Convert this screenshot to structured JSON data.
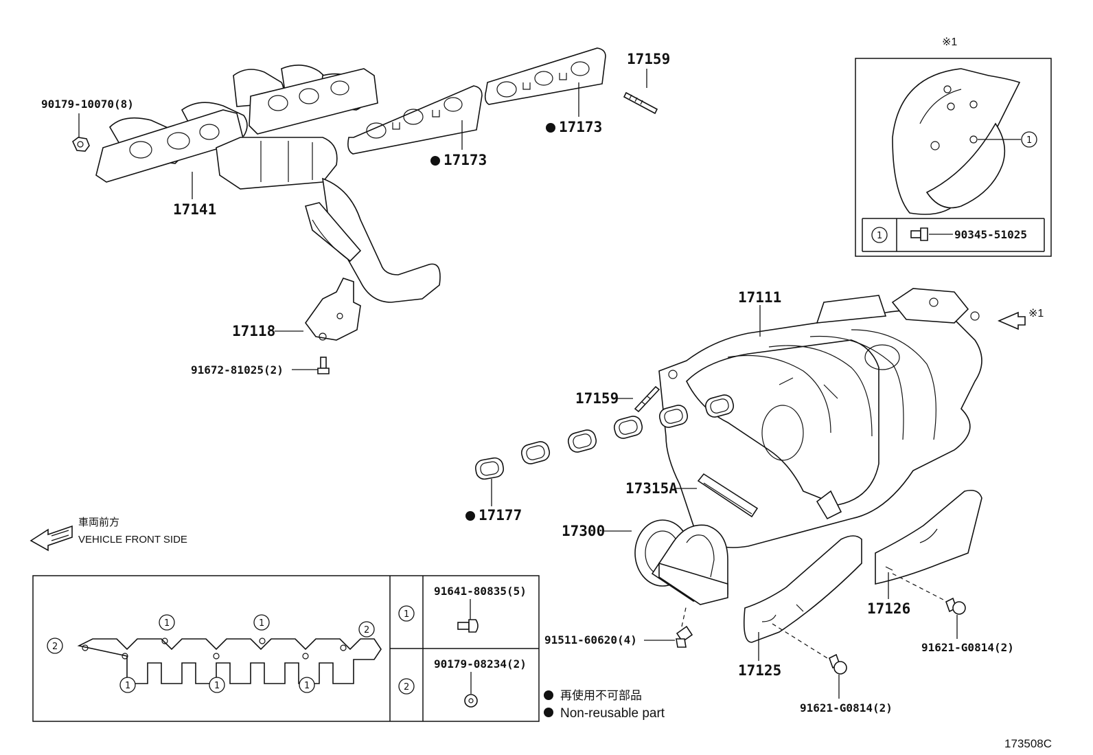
{
  "labels": {
    "p17141": "17141",
    "p90179_10070": "90179-10070(8)",
    "p17173_a": "17173",
    "p17173_b": "17173",
    "p17159_top": "17159",
    "p17118": "17118",
    "p91672": "91672-81025(2)",
    "p17111": "17111",
    "p17159_mid": "17159",
    "p17315A": "17315A",
    "p17177": "17177",
    "p17300": "17300",
    "p91511": "91511-60620(4)",
    "p17125": "17125",
    "p17126": "17126",
    "p91621_a": "91621-G0814(2)",
    "p91621_b": "91621-G0814(2)",
    "ref_mark_box": "※1",
    "ref_mark_arrow": "※1"
  },
  "inset_box": {
    "callout": "1",
    "part_callout": "1",
    "part_no": "90345-51025"
  },
  "front_side": {
    "jp": "車両前方",
    "en": "VEHICLE FRONT SIDE"
  },
  "gasket_table": {
    "diagram_callouts": [
      "1",
      "1",
      "2",
      "2",
      "1",
      "1",
      "1"
    ],
    "rows": [
      {
        "callout": "1",
        "part_no": "91641-80835(5)"
      },
      {
        "callout": "2",
        "part_no": "90179-08234(2)"
      }
    ]
  },
  "legend": {
    "jp": "再使用不可部品",
    "en": "Non-reusable part"
  },
  "diagram_id": "173508C"
}
